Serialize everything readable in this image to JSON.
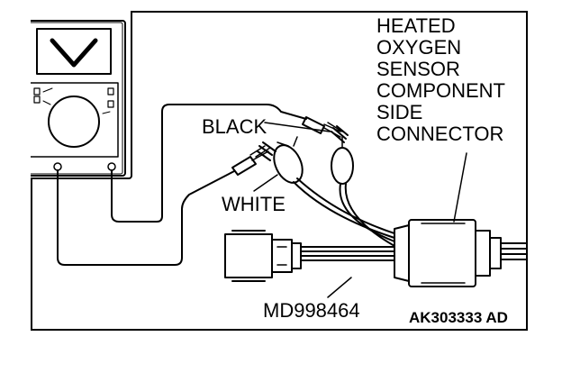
{
  "labels": {
    "title_lines": [
      "HEATED",
      "OXYGEN",
      "SENSOR",
      "COMPONENT",
      "SIDE",
      "CONNECTOR"
    ],
    "black": "BLACK",
    "white": "WHITE",
    "tool": "MD998464",
    "figure_code": "AK303333 AD"
  },
  "colors": {
    "ink": "#000000",
    "paper": "#ffffff"
  }
}
